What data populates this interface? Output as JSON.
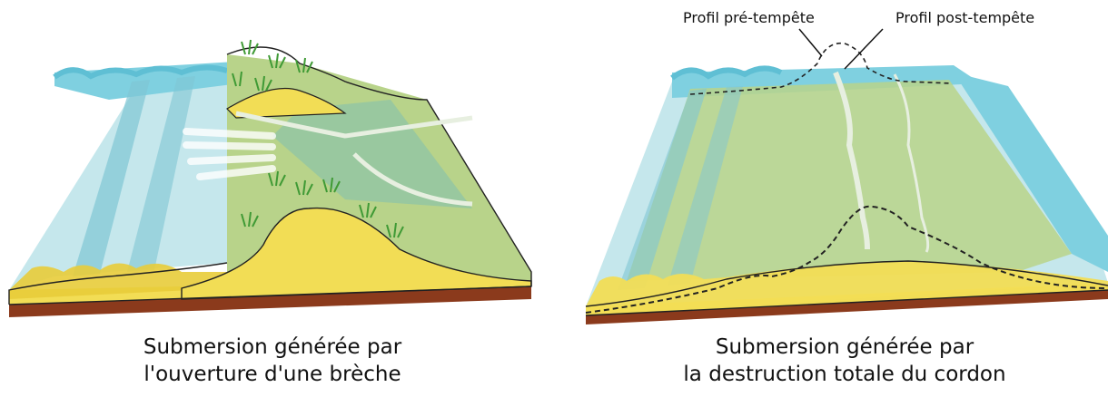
{
  "colors": {
    "water": "#7fd0e0",
    "water_dark": "#5fbfd4",
    "sand": "#f2dd55",
    "sand_side": "#e8cc3a",
    "soil": "#8b3a1c",
    "marsh": "#b8d38a",
    "vegetation": "#4aa63a"
  },
  "left_panel": {
    "caption_line1": "Submersion générée par",
    "caption_line2": "l'ouverture d'une brèche"
  },
  "right_panel": {
    "caption_line1": "Submersion générée par",
    "caption_line2": "la destruction totale du cordon",
    "label_pre_storm": "Profil pré-tempête",
    "label_post_storm": "Profil post-tempête"
  }
}
